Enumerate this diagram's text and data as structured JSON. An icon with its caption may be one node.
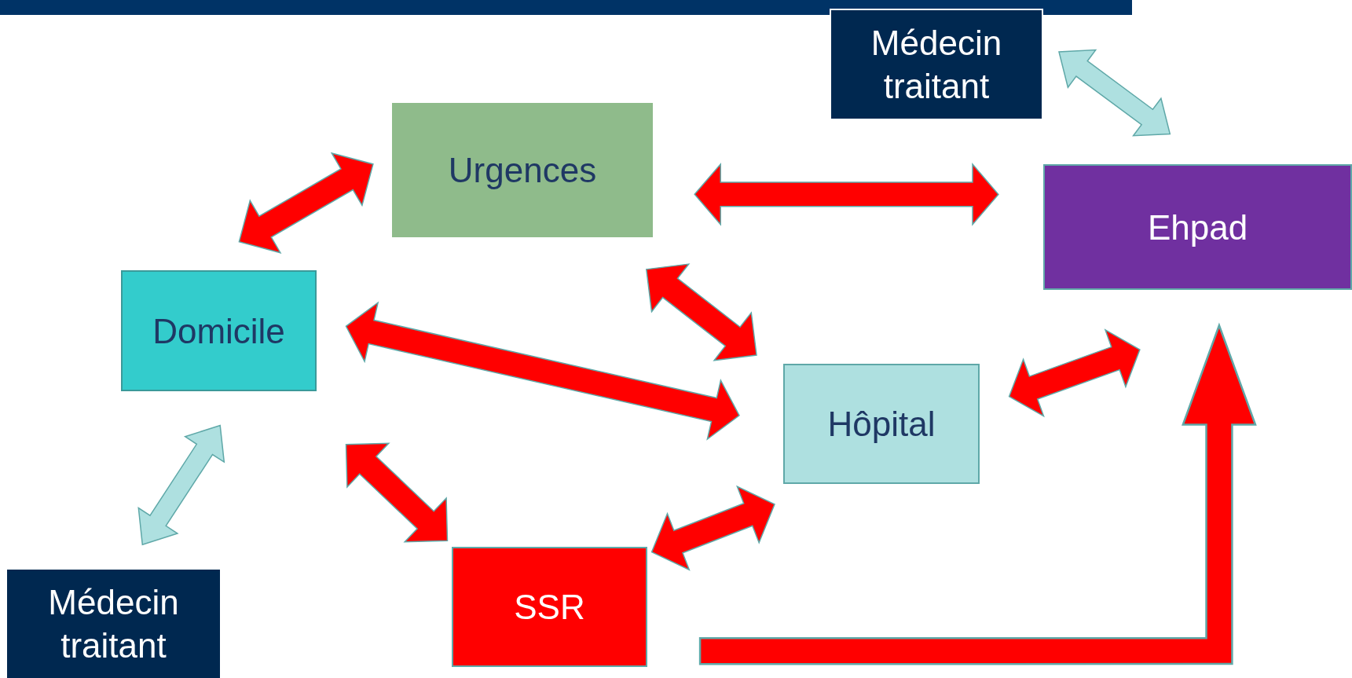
{
  "diagram": {
    "nodes": [
      {
        "text": [
          "Médecin traitant"
        ]
      },
      {
        "text": [
          "Urgences"
        ]
      },
      {
        "text": [
          "Ehpad"
        ]
      },
      {
        "text": [
          "Domicile"
        ]
      },
      {
        "text": [
          "Hôpital"
        ]
      },
      {
        "text": [
          "SSR"
        ]
      },
      {
        "text": [
          "Médecin traitant"
        ]
      }
    ],
    "edges": [
      {
        "from": 0,
        "to": 2,
        "arrow": "both",
        "color": "#aee0e0"
      },
      {
        "from": 1,
        "to": 3,
        "arrow": "both"
      },
      {
        "from": 1,
        "to": 2,
        "arrow": "both"
      },
      {
        "from": 1,
        "to": 4,
        "arrow": "both"
      },
      {
        "from": 3,
        "to": 4,
        "arrow": "both"
      },
      {
        "from": 4,
        "to": 2,
        "arrow": "both"
      },
      {
        "from": 3,
        "to": 6,
        "arrow": "both",
        "color": "#aee0e0"
      },
      {
        "from": 3,
        "to": 5,
        "arrow": "both"
      },
      {
        "from": 5,
        "to": 4,
        "arrow": "both"
      },
      {
        "from": 5,
        "to": 2,
        "arrow": "to",
        "style": "thick"
      }
    ]
  }
}
